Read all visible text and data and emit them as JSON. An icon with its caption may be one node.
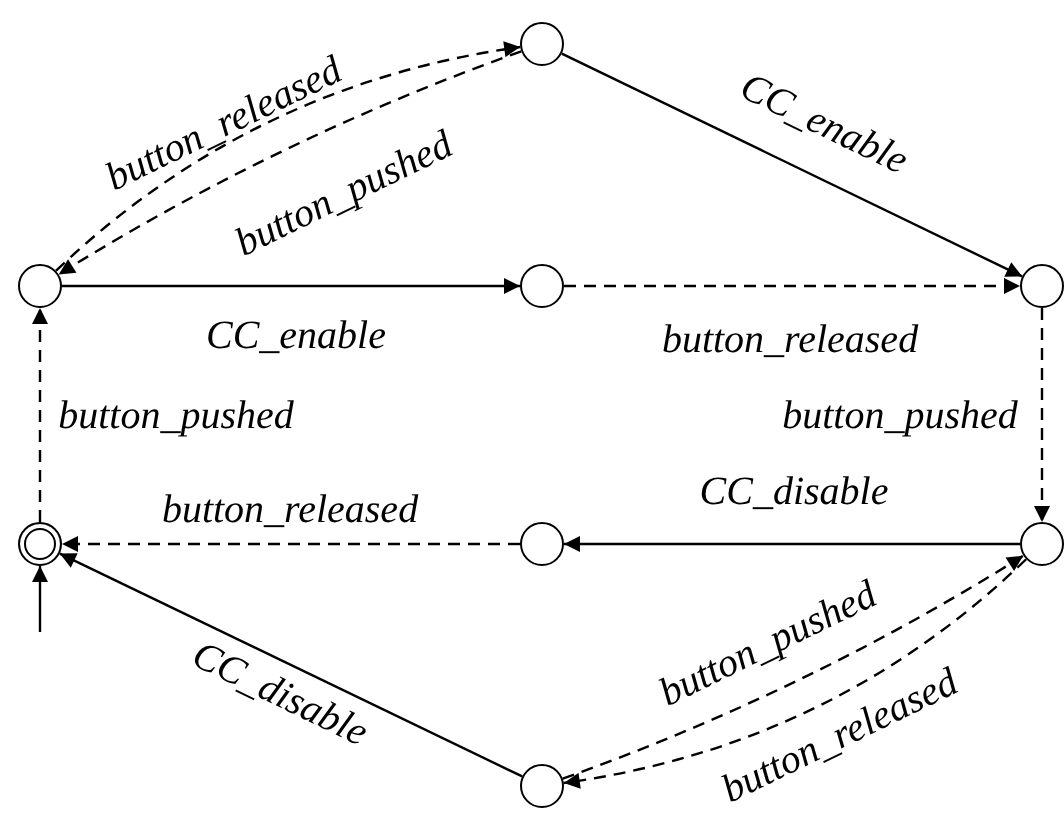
{
  "diagram": {
    "nodes": [
      {
        "text": [],
        "shape": "circle"
      },
      {
        "text": [],
        "shape": "circle"
      },
      {
        "text": [],
        "shape": "circle"
      },
      {
        "text": [],
        "shape": "circle"
      },
      {
        "text": [],
        "shape": "circle"
      },
      {
        "text": [],
        "shape": "circle"
      },
      {
        "text": [],
        "shape": "circle"
      },
      {
        "text": [],
        "shape": "circle"
      }
    ],
    "edges": [
      {
        "from": 0,
        "to": 1,
        "arrow": "to",
        "label": "button_released",
        "style": "dashed"
      },
      {
        "from": 1,
        "to": 0,
        "arrow": "to",
        "label": "button_pushed",
        "style": "dashed"
      },
      {
        "from": 1,
        "to": 3,
        "arrow": "to",
        "label": "CC_enable"
      },
      {
        "from": 0,
        "to": 2,
        "arrow": "to",
        "label": "CC_enable"
      },
      {
        "from": 2,
        "to": 3,
        "arrow": "to",
        "label": "button_released",
        "style": "dashed"
      },
      {
        "from": 3,
        "to": 4,
        "arrow": "to",
        "label": "button_pushed",
        "style": "dashed"
      },
      {
        "from": 6,
        "to": 0,
        "arrow": "to",
        "label": "button_pushed",
        "style": "dashed"
      },
      {
        "from": 4,
        "to": 5,
        "arrow": "to",
        "label": "CC_disable"
      },
      {
        "from": 5,
        "to": 6,
        "arrow": "to",
        "label": "button_released",
        "style": "dashed"
      },
      {
        "from": 7,
        "to": 6,
        "arrow": "to",
        "label": "CC_disable"
      },
      {
        "from": 7,
        "to": 4,
        "arrow": "to",
        "label": "button_pushed",
        "style": "dashed"
      },
      {
        "from": 4,
        "to": 7,
        "arrow": "to",
        "label": "button_released",
        "style": "dashed"
      },
      {
        "from": null,
        "to": 6,
        "arrow": "to"
      }
    ]
  }
}
